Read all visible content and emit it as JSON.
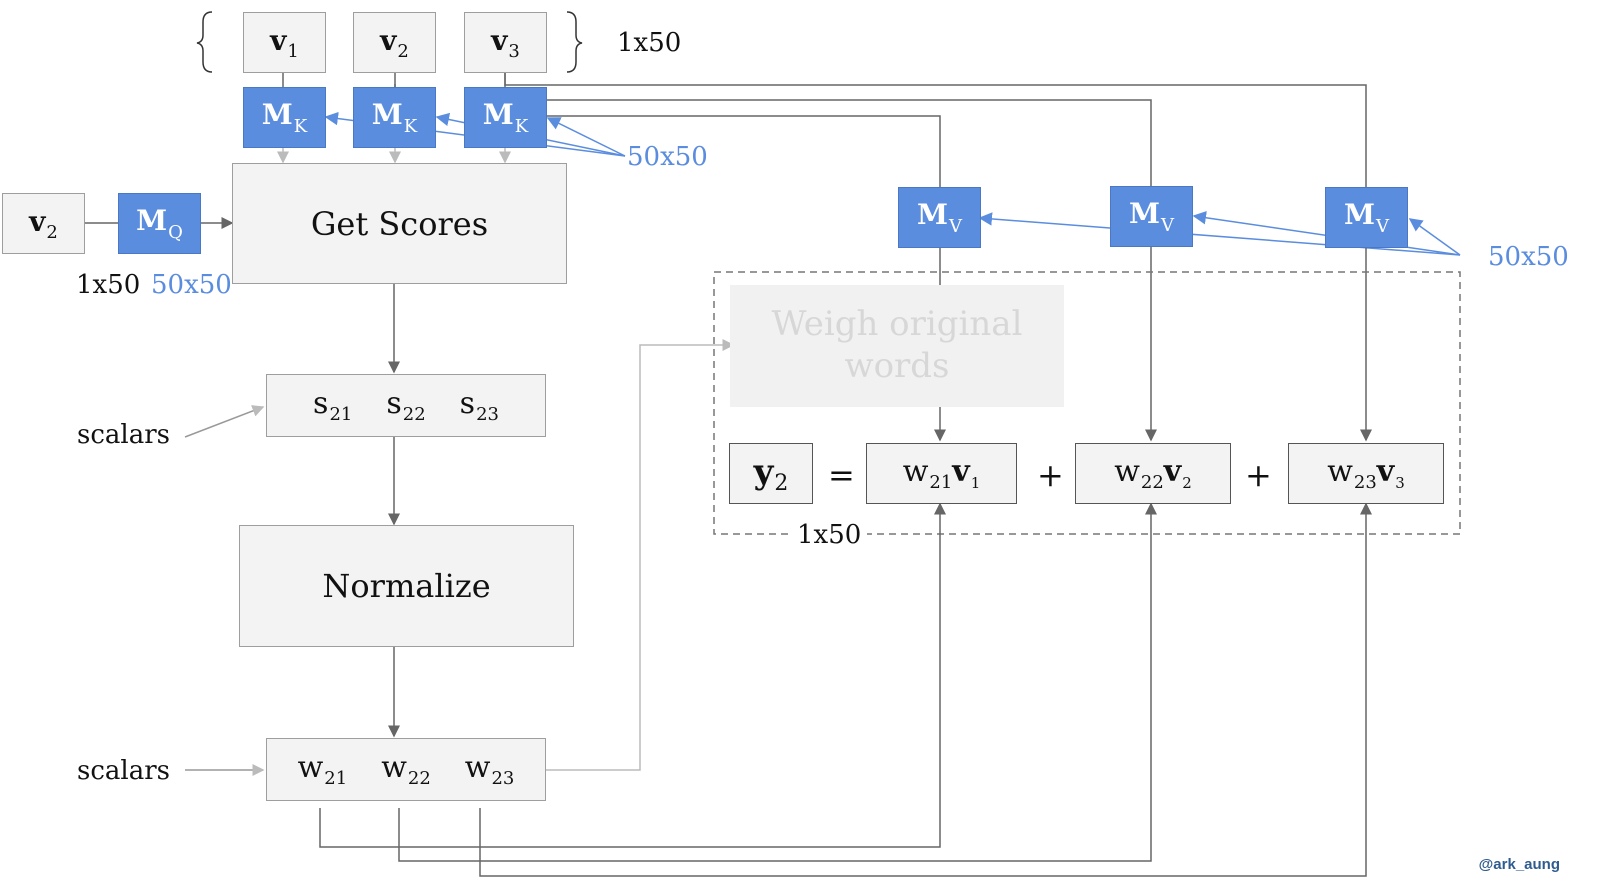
{
  "inputs": [
    {
      "symbol": "v",
      "index": "1"
    },
    {
      "symbol": "v",
      "index": "2"
    },
    {
      "symbol": "v",
      "index": "3"
    }
  ],
  "dim_label_top": "1x50",
  "key_matrix": {
    "symbol": "M",
    "index": "K"
  },
  "query_matrix": {
    "symbol": "M",
    "index": "Q"
  },
  "value_matrix": {
    "symbol": "M",
    "index": "V"
  },
  "matrix_dim_label": "50x50",
  "query_vector": {
    "symbol": "v",
    "index": "2"
  },
  "query_dim_label": "1x50",
  "get_scores_label": "Get Scores",
  "normalize_label": "Normalize",
  "scores": [
    {
      "symbol": "s",
      "index": "21"
    },
    {
      "symbol": "s",
      "index": "22"
    },
    {
      "symbol": "s",
      "index": "23"
    }
  ],
  "weights": [
    {
      "symbol": "w",
      "index": "21"
    },
    {
      "symbol": "w",
      "index": "22"
    },
    {
      "symbol": "w",
      "index": "23"
    }
  ],
  "scalars_label": "scalars",
  "weigh_label_line1": "Weigh original",
  "weigh_label_line2": "words",
  "output": {
    "symbol": "y",
    "index": "2"
  },
  "equals": "=",
  "plus": "+",
  "terms": [
    {
      "w": "w",
      "w_index": "21",
      "v": "v",
      "v_index": "1"
    },
    {
      "w": "w",
      "w_index": "22",
      "v": "v",
      "v_index": "2"
    },
    {
      "w": "w",
      "w_index": "23",
      "v": "v",
      "v_index": "3"
    }
  ],
  "output_dim_label": "1x50",
  "credit": "@ark_aung",
  "colors": {
    "matrix_blue": "#5b8ddf",
    "line_gray": "#666666",
    "box_fill": "#f3f3f3"
  }
}
